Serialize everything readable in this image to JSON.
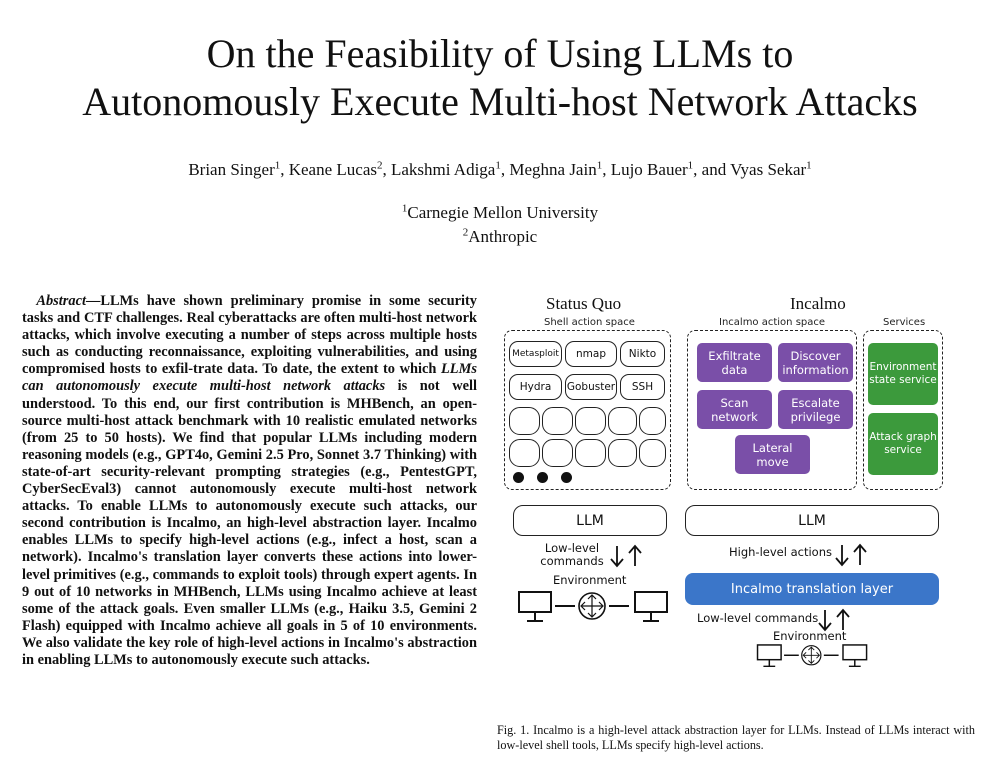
{
  "title": {
    "line1": "On the Feasibility of Using LLMs to",
    "line2": "Autonomously Execute Multi-host Network Attacks"
  },
  "authors": [
    {
      "name": "Brian Singer",
      "aff": "1"
    },
    {
      "name": "Keane Lucas",
      "aff": "2"
    },
    {
      "name": "Lakshmi Adiga",
      "aff": "1"
    },
    {
      "name": "Meghna Jain",
      "aff": "1"
    },
    {
      "name": "Lujo Bauer",
      "aff": "1"
    },
    {
      "name": "and Vyas Sekar",
      "aff": "1"
    }
  ],
  "affiliations": {
    "a1_mark": "1",
    "a1": "Carnegie Mellon University",
    "a2_mark": "2",
    "a2": "Anthropic"
  },
  "abstract": {
    "lead": "Abstract",
    "p1": "—LLMs have shown preliminary promise in some security tasks and CTF challenges. Real cyberattacks are often multi-host network attacks, which involve executing a number of steps across multiple hosts such as conducting reconnaissance, exploiting vulnerabilities, and using compromised hosts to exfil-trate data. To date, the extent to which ",
    "emph": "LLMs can autonomously execute multi-host network attacks",
    "p2": " is not well understood. To this end, our first contribution is MHBench, an open-source multi-host attack benchmark with 10 realistic emulated networks (from 25 to 50 hosts). We find that popular LLMs including modern reasoning models (e.g., GPT4o, Gemini 2.5 Pro, Sonnet 3.7 Thinking) with state-of-art security-relevant prompting strategies (e.g., PentestGPT, CyberSecEval3) cannot autonomously execute multi-host network attacks. To enable LLMs to autonomously execute such attacks, our second contribution is Incalmo, an high-level abstraction layer. Incalmo enables LLMs to specify high-level actions (e.g., infect a host, scan a network). Incalmo's translation layer converts these actions into lower-level primitives (e.g., commands to exploit tools) through expert agents. In 9 out of 10 networks in MHBench, LLMs using Incalmo achieve at least some of the attack goals. Even smaller LLMs (e.g., Haiku 3.5, Gemini 2 Flash) equipped with Incalmo achieve all goals in 5 of 10 environments. We also validate the key role of high-level actions in Incalmo's abstraction in enabling LLMs to autonomously execute such attacks."
  },
  "figure": {
    "status_quo": {
      "heading": "Status Quo",
      "sub": "Shell action space",
      "tools": [
        "Metasploit",
        "nmap",
        "Nikto",
        "Hydra",
        "Gobuster",
        "SSH"
      ],
      "llm": "LLM",
      "arrow_label": "Low-level\ncommands",
      "env_label": "Environment"
    },
    "incalmo": {
      "heading": "Incalmo",
      "sub": "Incalmo action space",
      "actions": [
        "Exfiltrate\ndata",
        "Discover\ninformation",
        "Scan\nnetwork",
        "Escalate\nprivilege",
        "Lateral\nmove"
      ],
      "services_sub": "Services",
      "services": [
        "Environment\nstate service",
        "Attack graph\nservice"
      ],
      "llm": "LLM",
      "high_label": "High-level actions",
      "translation": "Incalmo translation layer",
      "low_label": "Low-level commands",
      "env_label": "Environment"
    },
    "colors": {
      "action": "#7a4fa8",
      "service": "#3c9a3c",
      "translation": "#3b76c9"
    },
    "caption": "Fig. 1.  Incalmo is a high-level attack abstraction layer for LLMs. Instead of LLMs interact with low-level shell tools, LLMs specify high-level actions."
  }
}
